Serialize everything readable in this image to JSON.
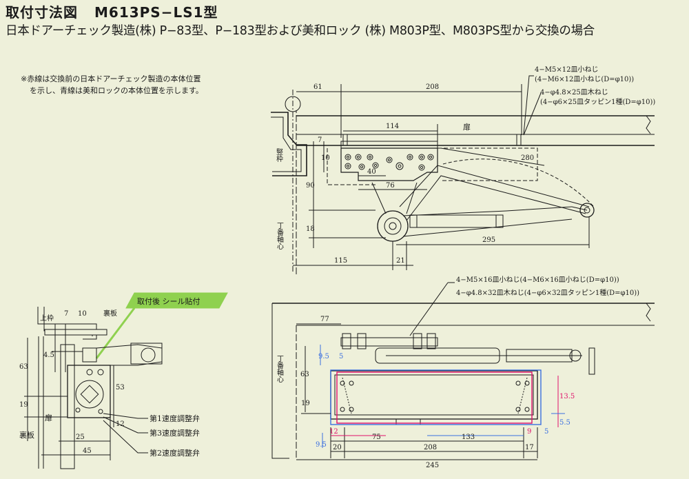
{
  "header": {
    "title": "取付寸法図",
    "model": "M613PS−LS1型",
    "subtitle": "日本ドアーチェック製造(株) P−83型、P−183型および美和ロック (株) M803P型、M803PS型から交換の場合"
  },
  "note": {
    "line1": "※赤線は交換前の日本ドアーチェック製造の本体位置",
    "line2": "を示し、青線は美和ロックの本体位置を示します。"
  },
  "top_view": {
    "callout_screw1": "4−M5×12皿小ねじ",
    "callout_screw2": "(4−M6×12皿小ねじ(D=φ10))",
    "callout_screw3": "4−φ4.8×25皿木ねじ",
    "callout_screw4": "(4−φ6×25皿タッピン1種(D=φ10))",
    "frame_label": "竪枠",
    "door_label": "扉",
    "hinge_label": "丁番軸心",
    "dims": {
      "d61": "61",
      "d208": "208",
      "d114": "114",
      "d7": "7",
      "d10": "10",
      "d40": "40",
      "d76": "76",
      "d280": "280",
      "d90": "90",
      "d18": "18",
      "d295": "295",
      "d115": "115",
      "d21": "21"
    }
  },
  "bottom_view": {
    "callout_screw1": "4−M5×16皿小ねじ(4−M6×16皿小ねじ(D=φ10))",
    "callout_screw2": "4−φ4.8×32皿木ねじ(4−φ6×32皿タッピン1種(D=φ10))",
    "hinge_label": "丁番軸心",
    "dims": {
      "d77": "77",
      "d9_5a": "9.5",
      "d5a": "5",
      "d63": "63",
      "d19": "19",
      "d13_5": "13.5",
      "d5_5": "5.5",
      "d12": "12",
      "d9": "9",
      "d5b": "5",
      "d9_5b": "9.5",
      "d75": "75",
      "d133": "133",
      "d20": "20",
      "d208": "208",
      "d17": "17",
      "d245": "245"
    }
  },
  "side_view": {
    "green_label": "取付後 シール貼付",
    "upper_frame": "上枠",
    "back_plate_top": "裏板",
    "door_label": "扉",
    "back_plate_bottom": "裏板",
    "valve1": "第1速度調整弁",
    "valve3": "第3速度調整弁",
    "valve2": "第2速度調整弁",
    "dims": {
      "d7": "7",
      "d10": "10",
      "d4_5": "4.5",
      "d63": "63",
      "d19": "19",
      "d53": "53",
      "d12": "12",
      "d25": "25",
      "d45": "45"
    }
  },
  "colors": {
    "background": "#eef0da",
    "line": "#1a1a1a",
    "red_outline": "#e0106a",
    "blue_outline": "#3b6fe0",
    "green_callout": "#8fd14f"
  }
}
